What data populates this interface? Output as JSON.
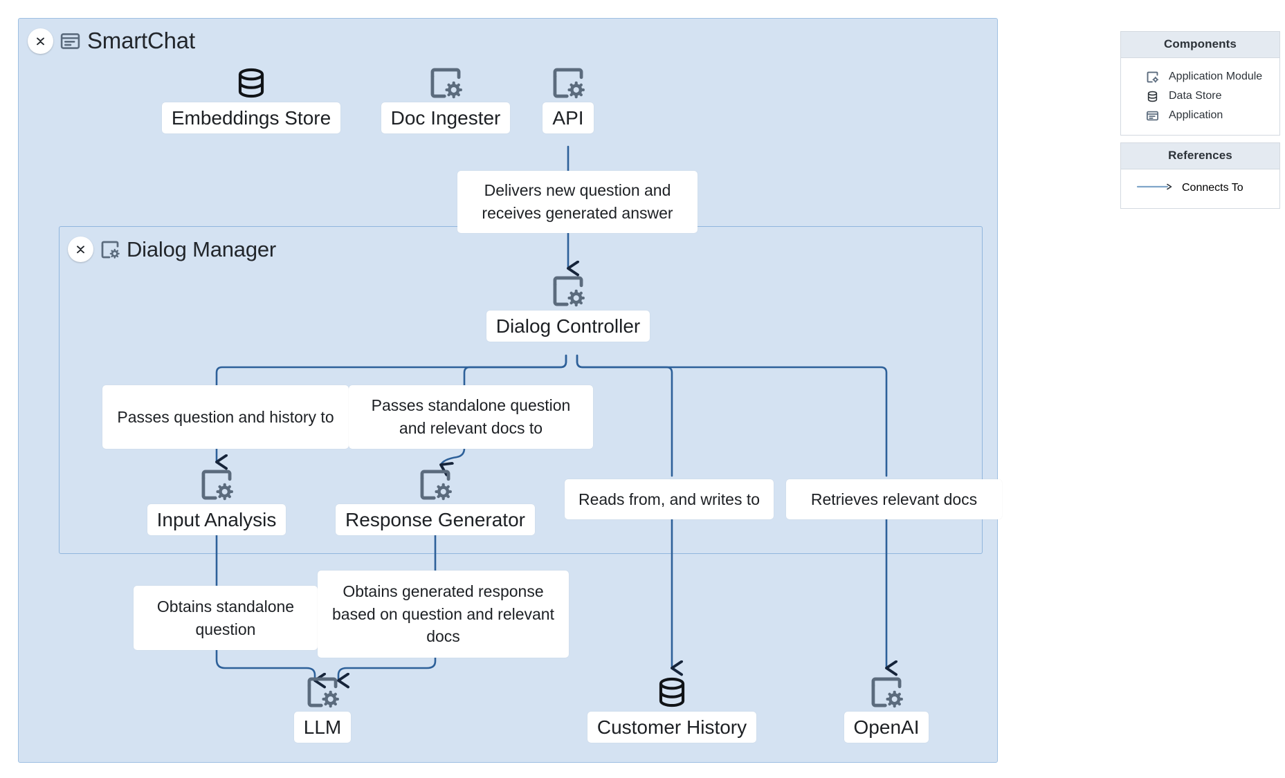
{
  "diagram": {
    "groups": [
      {
        "id": "smartchat",
        "title": "SmartChat",
        "icon": "application-icon",
        "collapse_icon": "collapse-toggle-icon"
      },
      {
        "id": "dialog-manager",
        "title": "Dialog Manager",
        "icon": "application-module-icon",
        "collapse_icon": "collapse-toggle-icon"
      }
    ],
    "nodes": [
      {
        "id": "embeddings-store",
        "label": "Embeddings Store",
        "icon": "data-store-icon"
      },
      {
        "id": "doc-ingester",
        "label": "Doc Ingester",
        "icon": "application-module-icon"
      },
      {
        "id": "api",
        "label": "API",
        "icon": "application-module-icon"
      },
      {
        "id": "dialog-controller",
        "label": "Dialog Controller",
        "icon": "application-module-icon"
      },
      {
        "id": "input-analysis",
        "label": "Input Analysis",
        "icon": "application-module-icon"
      },
      {
        "id": "response-generator",
        "label": "Response Generator",
        "icon": "application-module-icon"
      },
      {
        "id": "llm",
        "label": "LLM",
        "icon": "application-module-icon"
      },
      {
        "id": "customer-history",
        "label": "Customer History",
        "icon": "data-store-icon"
      },
      {
        "id": "openai",
        "label": "OpenAI",
        "icon": "application-module-icon"
      }
    ],
    "edge_labels": [
      {
        "id": "api-to-controller",
        "text": "Delivers new question and receives generated answer"
      },
      {
        "id": "controller-to-input",
        "text": "Passes question and history to"
      },
      {
        "id": "controller-to-response",
        "text": "Passes standalone question and relevant docs to"
      },
      {
        "id": "controller-to-history",
        "text": "Reads from, and writes to"
      },
      {
        "id": "controller-to-openai",
        "text": "Retrieves relevant docs"
      },
      {
        "id": "input-to-llm",
        "text": "Obtains standalone question"
      },
      {
        "id": "response-to-llm",
        "text": "Obtains generated response based on question and relevant docs"
      }
    ],
    "colors": {
      "group_fill": "#d4e2f2",
      "group_border": "#9dbfe2",
      "edge_line": "#2d6099",
      "node_icon": "#5b6b7d",
      "data_store_icon": "#101317",
      "node_label_bg": "#ffffff"
    }
  },
  "legend": {
    "components": {
      "title": "Components",
      "items": [
        {
          "label": "Application Module",
          "icon": "application-module-icon"
        },
        {
          "label": "Data Store",
          "icon": "data-store-icon"
        },
        {
          "label": "Application",
          "icon": "application-icon"
        }
      ]
    },
    "references": {
      "title": "References",
      "items": [
        {
          "label": "Connects To",
          "icon": "arrow-line-icon"
        }
      ]
    }
  }
}
